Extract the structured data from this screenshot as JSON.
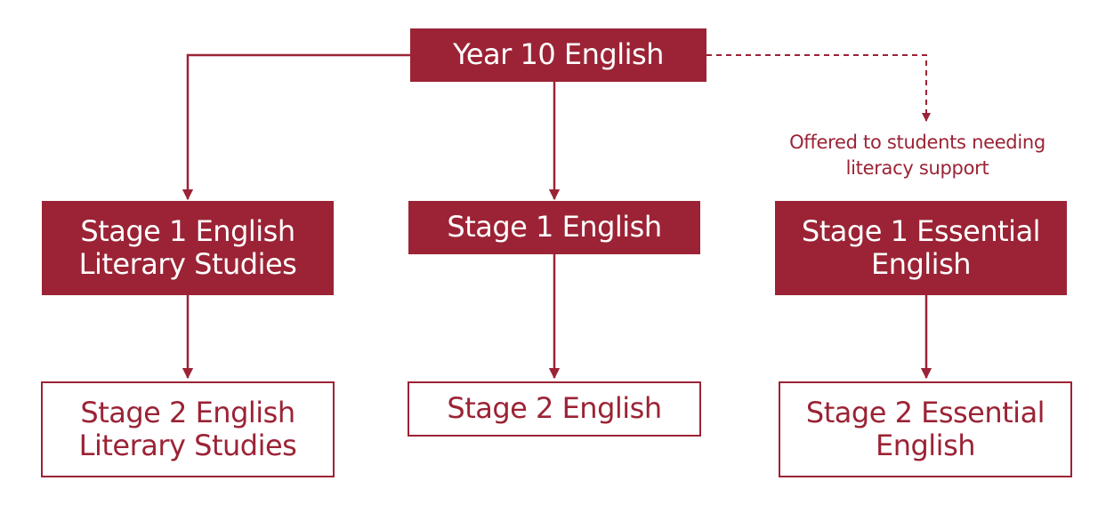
{
  "colors": {
    "accent": "#9b2335",
    "background": "#ffffff"
  },
  "diagram": {
    "root": {
      "id": "year10",
      "label": "Year 10 English"
    },
    "stage1": [
      {
        "id": "s1-lit",
        "label": "Stage 1 English\nLiterary Studies"
      },
      {
        "id": "s1-eng",
        "label": "Stage 1 English"
      },
      {
        "id": "s1-ess",
        "label": "Stage 1 Essential\nEnglish"
      }
    ],
    "stage2": [
      {
        "id": "s2-lit",
        "label": "Stage 2 English\nLiterary Studies"
      },
      {
        "id": "s2-eng",
        "label": "Stage 2 English"
      },
      {
        "id": "s2-ess",
        "label": "Stage 2 Essential\nEnglish"
      }
    ],
    "note": {
      "label": "Offered to students needing\nliteracy support"
    },
    "edges": [
      {
        "from": "year10",
        "to": "s1-lit",
        "style": "solid"
      },
      {
        "from": "year10",
        "to": "s1-eng",
        "style": "solid"
      },
      {
        "from": "year10",
        "to": "s1-ess",
        "style": "dashed"
      },
      {
        "from": "s1-lit",
        "to": "s2-lit",
        "style": "solid"
      },
      {
        "from": "s1-eng",
        "to": "s2-eng",
        "style": "solid"
      },
      {
        "from": "s1-ess",
        "to": "s2-ess",
        "style": "solid"
      }
    ]
  }
}
